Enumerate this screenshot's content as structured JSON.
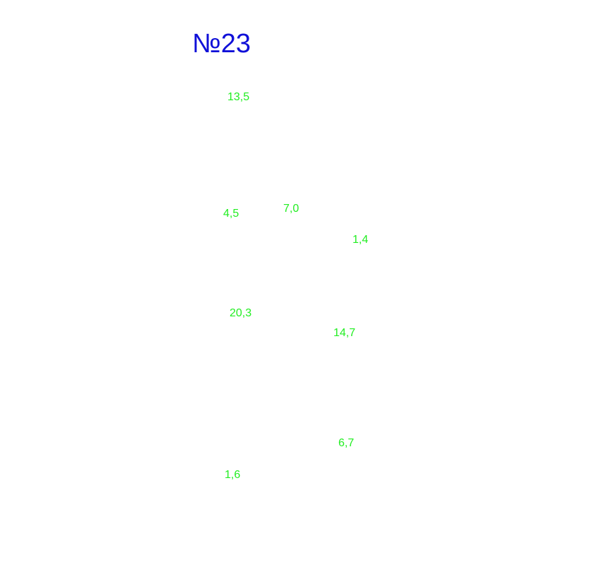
{
  "title": "№23",
  "colors": {
    "title": "#1010d8",
    "values": "#22ee22",
    "background": "#ffffff"
  },
  "values": [
    "13,5",
    "4,5",
    "7,0",
    "1,4",
    "20,3",
    "14,7",
    "6,7",
    "1,6"
  ]
}
